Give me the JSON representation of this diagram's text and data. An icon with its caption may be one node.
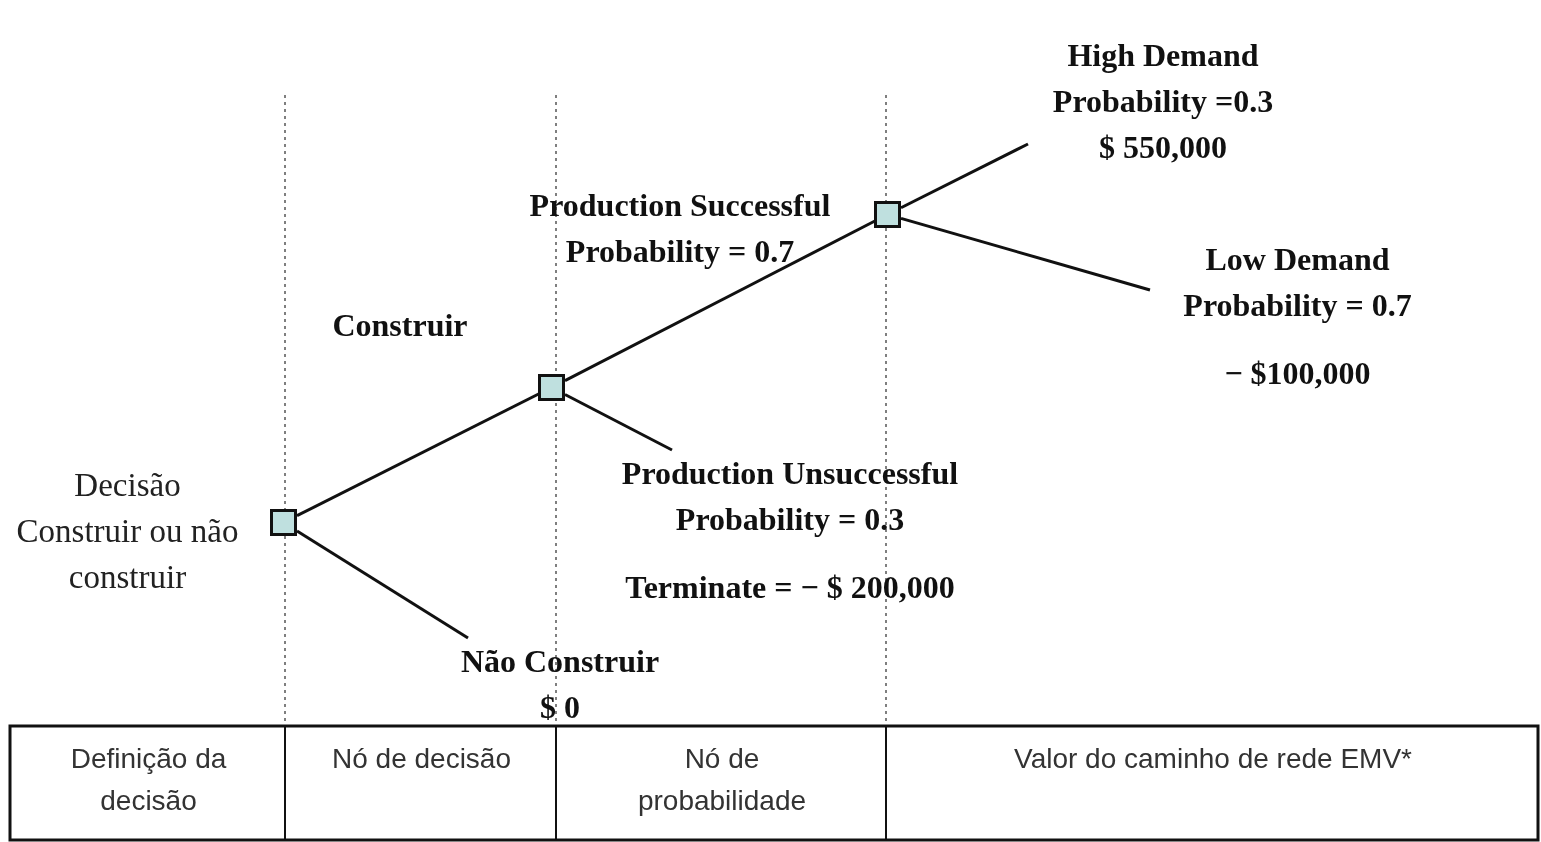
{
  "diagram": {
    "nodes": [
      {
        "text": [],
        "shape": "box",
        "beside": [
          "Decisão Construir ou não construir"
        ]
      },
      {
        "text": [],
        "shape": "box"
      },
      {
        "text": [],
        "shape": "box"
      },
      {
        "text": [
          "Não Construir",
          "$ 0"
        ]
      },
      {
        "text": [
          "Production Unsuccessful",
          "Probability = 0.3",
          "Terminate = − $ 200,000"
        ]
      },
      {
        "text": [
          "High Demand",
          "Probability =0.3",
          "$ 550,000"
        ]
      },
      {
        "text": [
          "Low Demand",
          "Probability = 0.7",
          "− $100,000"
        ]
      }
    ],
    "edges": [
      {
        "from": 0,
        "to": 1,
        "arrow": "none",
        "label": "Construir"
      },
      {
        "from": 0,
        "to": 3,
        "arrow": "none"
      },
      {
        "from": 1,
        "to": 2,
        "arrow": "none",
        "label": "Production Successful Probability = 0.7"
      },
      {
        "from": 1,
        "to": 4,
        "arrow": "none"
      },
      {
        "from": 2,
        "to": 5,
        "arrow": "none"
      },
      {
        "from": 2,
        "to": 6,
        "arrow": "none"
      }
    ],
    "labels": [
      "Definição da decisão",
      "Nó de decisão",
      "Nó de probabilidade",
      "Valor do caminho de rede EMV*"
    ]
  }
}
